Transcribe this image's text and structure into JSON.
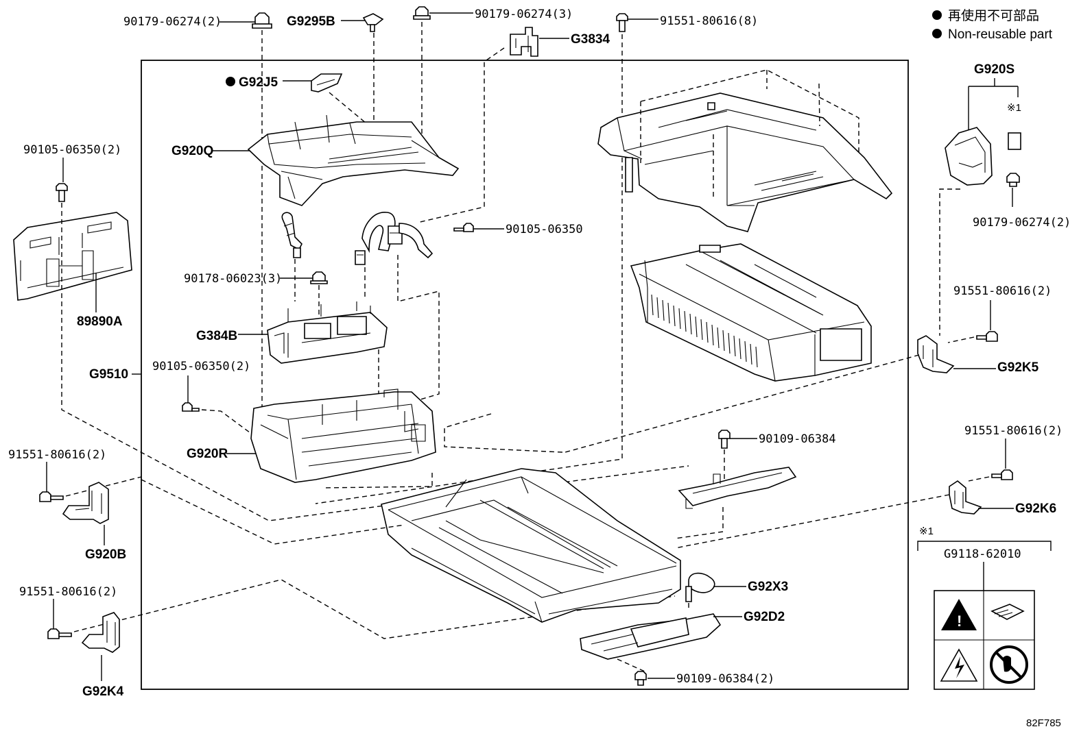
{
  "legend": {
    "bullet_ja": "再使用不可部品",
    "bullet_en": "Non-reusable part"
  },
  "labels": {
    "bolt_90179_top_left": "90179-06274(2)",
    "g9295b": "G9295B",
    "bolt_90179_top_mid": "90179-06274(3)",
    "g3834": "G3834",
    "bolt_91551_top": "91551-80616(8)",
    "g92j5": "G92J5",
    "g920q": "G920Q",
    "bolt_90105_left": "90105-06350(2)",
    "bolt_90105_mid": "90105-06350",
    "nut_90178": "90178-06023(3)",
    "part_89890a": "89890A",
    "g384b": "G384B",
    "g9510": "G9510",
    "bolt_90105_lower": "90105-06350(2)",
    "g920r": "G920R",
    "bolt_91551_left1": "91551-80616(2)",
    "g920b": "G920B",
    "bolt_91551_left2": "91551-80616(2)",
    "g92k4": "G92K4",
    "g920s": "G920S",
    "note_mark_1": "※1",
    "bolt_90179_right": "90179-06274(2)",
    "bolt_91551_right1": "91551-80616(2)",
    "g92k5": "G92K5",
    "bolt_91551_right2": "91551-80616(2)",
    "g92k6": "G92K6",
    "bolt_90109_mid": "90109-06384",
    "g92x3": "G92X3",
    "g92d2": "G92D2",
    "bolt_90109_bottom": "90109-06384(2)",
    "note_mark_2": "※1",
    "g9118": "G9118-62010",
    "figure_code": "82F785"
  }
}
